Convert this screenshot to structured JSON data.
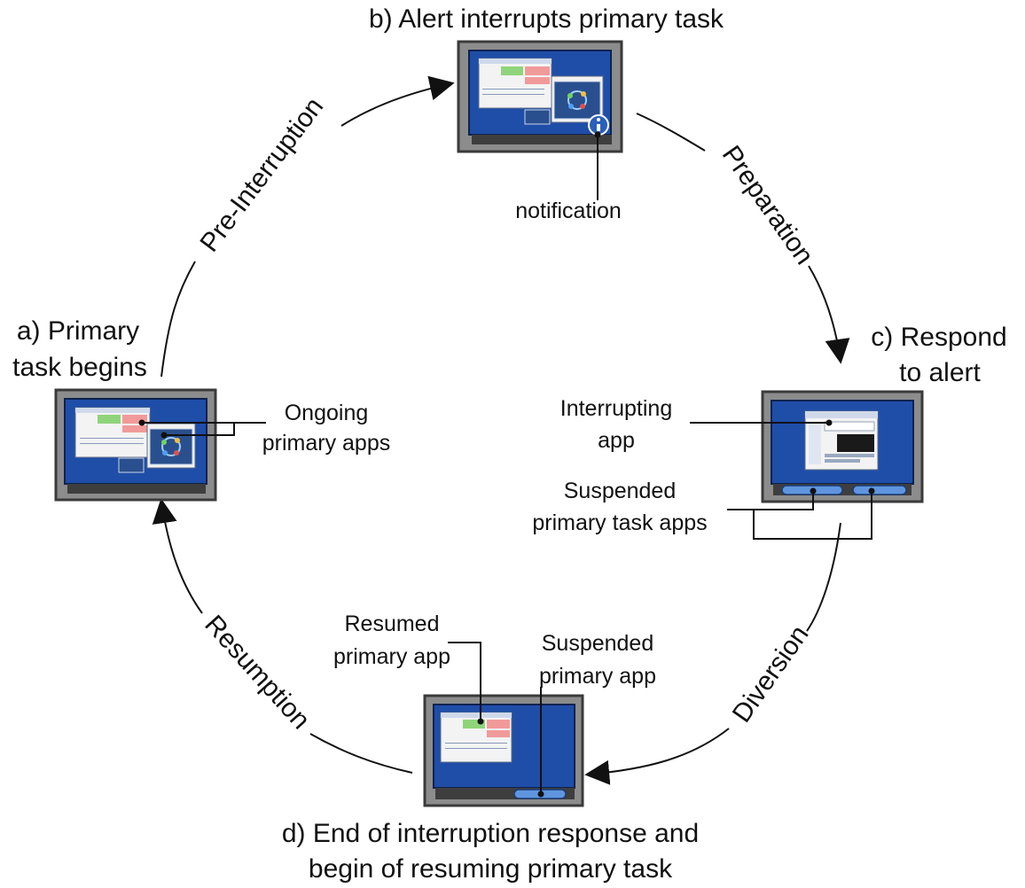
{
  "stages": {
    "a": {
      "line1": "a) Primary",
      "line2": "task begins"
    },
    "b": {
      "line1": "b) Alert interrupts primary task"
    },
    "c": {
      "line1": "c) Respond",
      "line2": "to alert"
    },
    "d": {
      "line1": "d) End of interruption response and",
      "line2": "begin of resuming primary task"
    }
  },
  "phases": {
    "pre_interruption": "Pre-Interruption",
    "preparation": "Preparation",
    "diversion": "Diversion",
    "resumption": "Resumption"
  },
  "annotations": {
    "notification": "notification",
    "ongoing": {
      "line1": "Ongoing",
      "line2": "primary apps"
    },
    "interrupting": {
      "line1": "Interrupting",
      "line2": "app"
    },
    "suspended_task": {
      "line1": "Suspended",
      "line2": "primary task apps"
    },
    "resumed": {
      "line1": "Resumed",
      "line2": "primary app"
    },
    "suspended_app": {
      "line1": "Suspended",
      "line2": "primary app"
    }
  },
  "icons": {
    "notification": "info-icon",
    "screen": "monitor-icon"
  },
  "colors": {
    "screen": "#1f4ea8",
    "bezel": "#8c8c8c",
    "taskbar_button": "#5f95df",
    "arrows": "#111111"
  }
}
